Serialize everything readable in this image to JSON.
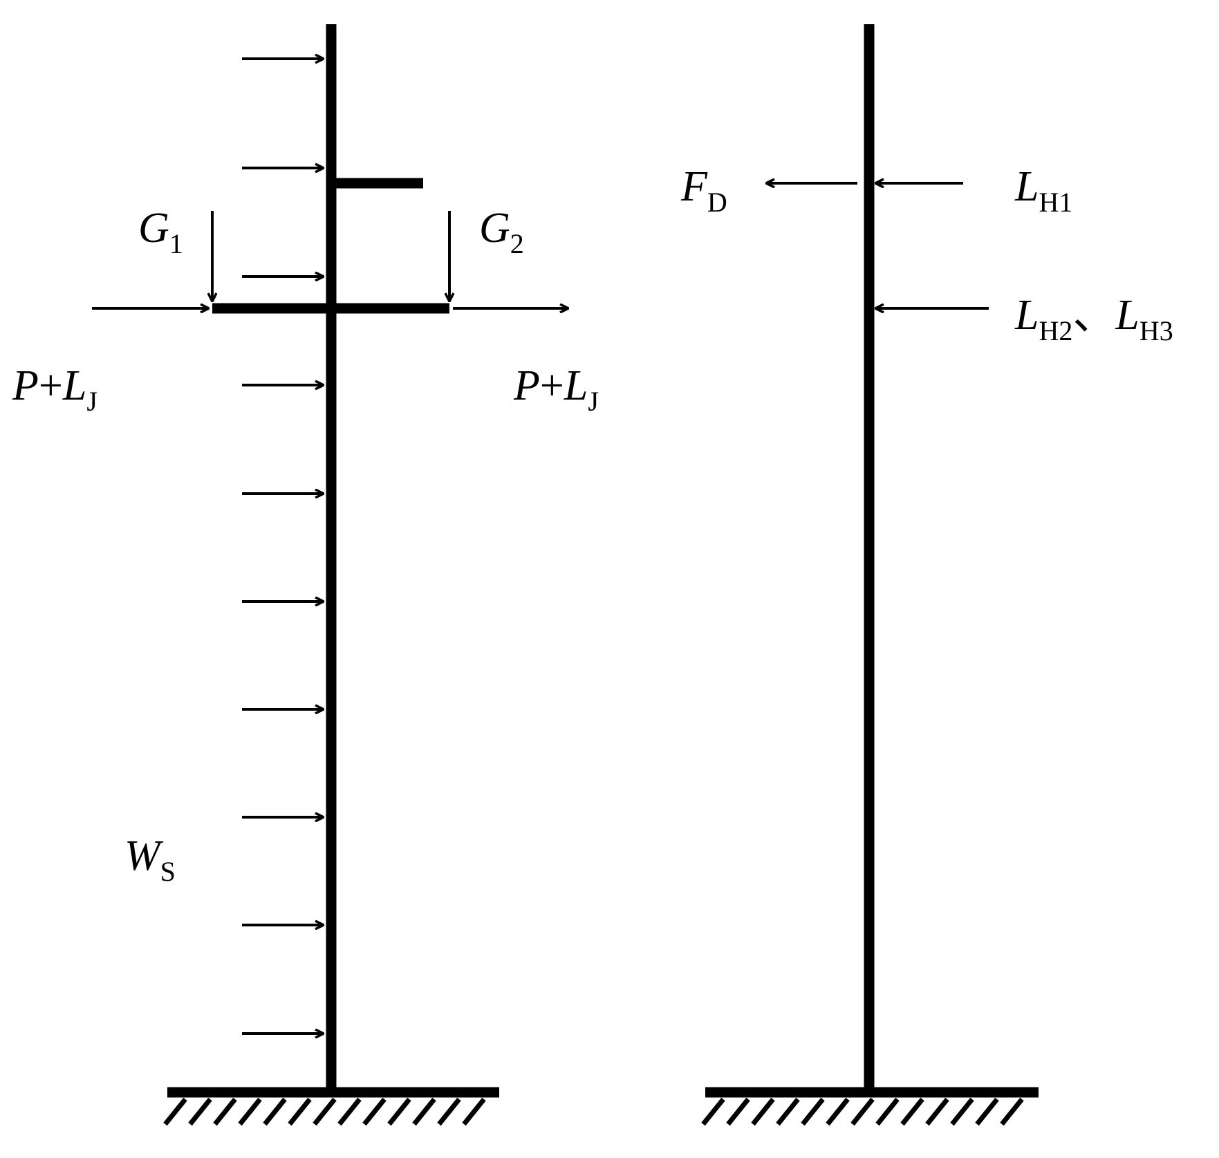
{
  "left_figure": {
    "g1": {
      "base": "G",
      "sub": "1"
    },
    "g2": {
      "base": "G",
      "sub": "2"
    },
    "load_left": {
      "p": "P",
      "plus": "+",
      "l": "L",
      "sub": "J"
    },
    "load_right": {
      "p": "P",
      "plus": "+",
      "l": "L",
      "sub": "J"
    },
    "wind": {
      "base": "W",
      "sub": "S"
    }
  },
  "right_figure": {
    "fd": {
      "base": "F",
      "sub": "D"
    },
    "lh1": {
      "base": "L",
      "sub": "H1"
    },
    "lh23": {
      "base1": "L",
      "sub1": "H2",
      "sep": "、",
      "base2": "L",
      "sub2": "H3"
    }
  },
  "colors": {
    "ink": "#000000",
    "background": "#ffffff"
  }
}
